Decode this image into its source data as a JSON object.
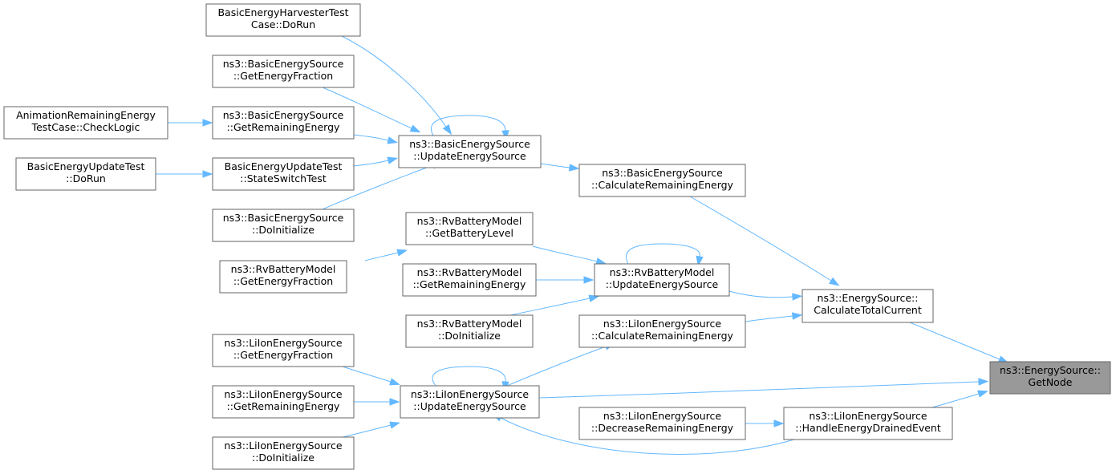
{
  "diagram": {
    "nodes": [
      {
        "id": "n0",
        "lines": [
          "ns3::EnergySource::",
          "GetNode"
        ],
        "focus": true
      },
      {
        "id": "n1",
        "lines": [
          "ns3::EnergySource::",
          "CalculateTotalCurrent"
        ]
      },
      {
        "id": "n2",
        "lines": [
          "ns3::LiIonEnergySource",
          "::UpdateEnergySource"
        ]
      },
      {
        "id": "n3",
        "lines": [
          "ns3::LiIonEnergySource",
          "::HandleEnergyDrainedEvent"
        ]
      },
      {
        "id": "n4",
        "lines": [
          "ns3::BasicEnergySource",
          "::CalculateRemainingEnergy"
        ]
      },
      {
        "id": "n5",
        "lines": [
          "ns3::RvBatteryModel",
          "::UpdateEnergySource"
        ]
      },
      {
        "id": "n6",
        "lines": [
          "ns3::LiIonEnergySource",
          "::CalculateRemainingEnergy"
        ]
      },
      {
        "id": "n7",
        "lines": [
          "ns3::BasicEnergySource",
          "::UpdateEnergySource"
        ]
      },
      {
        "id": "n8",
        "lines": [
          "BasicEnergyHarvesterTest",
          "Case::DoRun"
        ]
      },
      {
        "id": "n9",
        "lines": [
          "ns3::BasicEnergySource",
          "::GetEnergyFraction"
        ]
      },
      {
        "id": "n10",
        "lines": [
          "ns3::BasicEnergySource",
          "::GetRemainingEnergy"
        ]
      },
      {
        "id": "n11",
        "lines": [
          "AnimationRemainingEnergy",
          "TestCase::CheckLogic"
        ]
      },
      {
        "id": "n12",
        "lines": [
          "BasicEnergyUpdateTest",
          "::StateSwitchTest"
        ]
      },
      {
        "id": "n13",
        "lines": [
          "BasicEnergyUpdateTest",
          "::DoRun"
        ]
      },
      {
        "id": "n14",
        "lines": [
          "ns3::BasicEnergySource",
          "::DoInitialize"
        ]
      },
      {
        "id": "n15",
        "lines": [
          "ns3::RvBatteryModel",
          "::GetBatteryLevel"
        ]
      },
      {
        "id": "n16",
        "lines": [
          "ns3::RvBatteryModel",
          "::GetEnergyFraction"
        ]
      },
      {
        "id": "n17",
        "lines": [
          "ns3::RvBatteryModel",
          "::GetRemainingEnergy"
        ]
      },
      {
        "id": "n18",
        "lines": [
          "ns3::RvBatteryModel",
          "::DoInitialize"
        ]
      },
      {
        "id": "n19",
        "lines": [
          "ns3::LiIonEnergySource",
          "::GetEnergyFraction"
        ]
      },
      {
        "id": "n20",
        "lines": [
          "ns3::LiIonEnergySource",
          "::GetRemainingEnergy"
        ]
      },
      {
        "id": "n21",
        "lines": [
          "ns3::LiIonEnergySource",
          "::DoInitialize"
        ]
      },
      {
        "id": "n22",
        "lines": [
          "ns3::LiIonEnergySource",
          "::DecreaseRemainingEnergy"
        ]
      }
    ],
    "edges": [
      {
        "from": "n1",
        "to": "n0"
      },
      {
        "from": "n2",
        "to": "n0"
      },
      {
        "from": "n3",
        "to": "n0"
      },
      {
        "from": "n4",
        "to": "n1"
      },
      {
        "from": "n5",
        "to": "n1"
      },
      {
        "from": "n6",
        "to": "n1"
      },
      {
        "from": "n7",
        "to": "n4"
      },
      {
        "from": "n7",
        "to": "n7"
      },
      {
        "from": "n8",
        "to": "n7"
      },
      {
        "from": "n9",
        "to": "n7"
      },
      {
        "from": "n10",
        "to": "n7"
      },
      {
        "from": "n11",
        "to": "n10"
      },
      {
        "from": "n12",
        "to": "n7"
      },
      {
        "from": "n13",
        "to": "n12"
      },
      {
        "from": "n14",
        "to": "n7"
      },
      {
        "from": "n15",
        "to": "n5"
      },
      {
        "from": "n16",
        "to": "n15"
      },
      {
        "from": "n5",
        "to": "n5"
      },
      {
        "from": "n17",
        "to": "n5"
      },
      {
        "from": "n18",
        "to": "n5"
      },
      {
        "from": "n2",
        "to": "n6"
      },
      {
        "from": "n2",
        "to": "n2"
      },
      {
        "from": "n19",
        "to": "n2"
      },
      {
        "from": "n20",
        "to": "n2"
      },
      {
        "from": "n21",
        "to": "n2"
      },
      {
        "from": "n3",
        "to": "n2"
      },
      {
        "from": "n22",
        "to": "n3"
      }
    ]
  }
}
